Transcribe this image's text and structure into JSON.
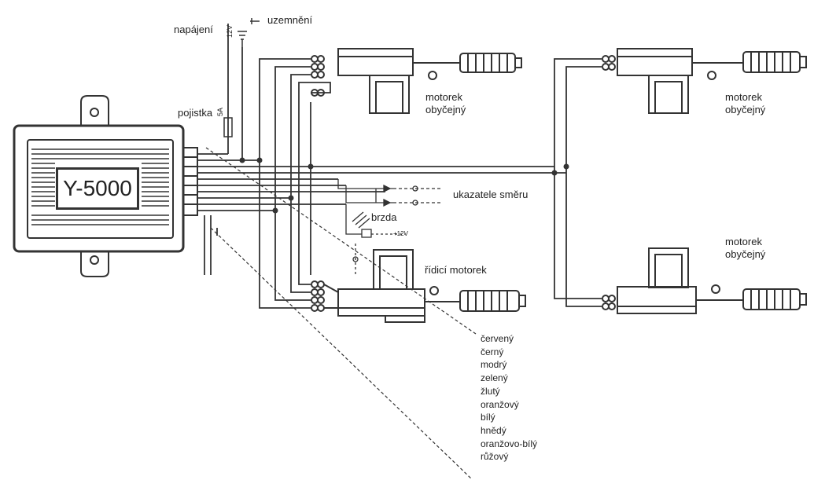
{
  "control_unit": {
    "model": "Y-5000"
  },
  "labels": {
    "power": "napájení",
    "voltage": "12V",
    "ground": "uzemnění",
    "fuse": "pojistka",
    "fuse_rating": "5A",
    "turn_signals": "ukazatele směru",
    "brake": "brzda",
    "brake_voltage": "+12V",
    "master_motor": "řídicí motorek",
    "motor_1": "motorek\nobyčejný",
    "motor_2": "motorek\nobyčejný",
    "motor_3": "motorek\nobyčejný"
  },
  "wire_colors": [
    "červený",
    "černý",
    "modrý",
    "zelený",
    "žlutý",
    "oranžový",
    "bílý",
    "hnědý",
    "oranžovo-bílý",
    "růžový"
  ]
}
